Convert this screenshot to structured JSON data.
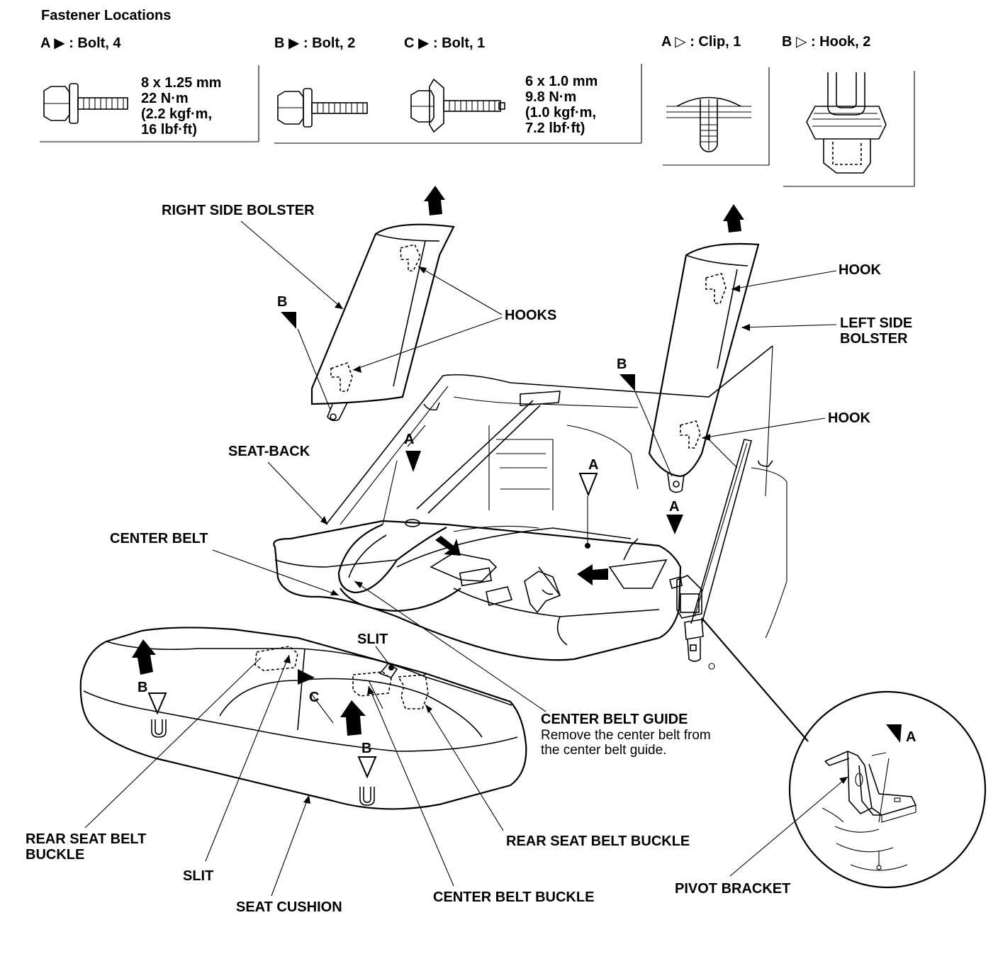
{
  "header": {
    "title": "Fastener Locations"
  },
  "fasteners": {
    "a_bolt": "A ▶ : Bolt, 4",
    "b_bolt": "B ▶ : Bolt, 2",
    "c_bolt": "C ▶ : Bolt, 1",
    "a_clip": "A ▷ : Clip, 1",
    "b_hook": "B ▷ : Hook, 2"
  },
  "specs": {
    "bolt_ab": [
      "8 x 1.25 mm",
      "22 N·m",
      "(2.2 kgf·m,",
      "16 lbf·ft)"
    ],
    "bolt_c": [
      "6 x 1.0 mm",
      "9.8 N·m",
      "(1.0 kgf·m,",
      "7.2 lbf·ft)"
    ]
  },
  "labels": {
    "right_side_bolster": "RIGHT SIDE BOLSTER",
    "hooks": "HOOKS",
    "hook": "HOOK",
    "left_side_bolster": [
      "LEFT SIDE",
      "BOLSTER"
    ],
    "seat_back": "SEAT-BACK",
    "center_belt": "CENTER BELT",
    "center_belt_guide": "CENTER BELT GUIDE",
    "center_belt_guide_note": [
      "Remove the center belt from",
      "the center belt guide."
    ],
    "slit": "SLIT",
    "rear_seat_belt_buckle_left": [
      "REAR SEAT BELT",
      "BUCKLE"
    ],
    "rear_seat_belt_buckle_right": "REAR SEAT BELT BUCKLE",
    "seat_cushion": "SEAT CUSHION",
    "center_belt_buckle": "CENTER BELT BUCKLE",
    "pivot_bracket": "PIVOT BRACKET"
  },
  "markers": {
    "a": "A",
    "b": "B",
    "c": "C"
  }
}
